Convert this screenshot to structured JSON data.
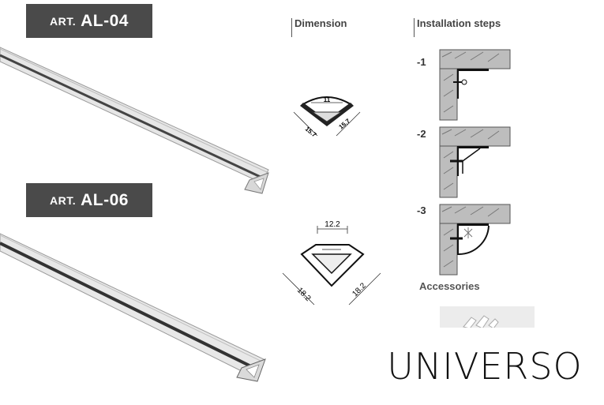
{
  "products": [
    {
      "prefix": "ART.",
      "code": "AL-04",
      "dims": {
        "top": "11",
        "left": "15.7",
        "right": "15.7"
      }
    },
    {
      "prefix": "ART.",
      "code": "AL-06",
      "dims": {
        "top": "12.2",
        "left": "18.2",
        "right": "18.2"
      }
    }
  ],
  "sections": {
    "dimension": "Dimension",
    "installation": "Installation steps",
    "accessories": "Accessories"
  },
  "steps": [
    "-1",
    "-2",
    "-3"
  ],
  "brand": "UNIVERSO",
  "colors": {
    "badge": "#4a4a4a",
    "wall": "#b9b9b9",
    "profile": "#111111"
  },
  "icons": [
    "aluminium-profile",
    "wall-corner",
    "screw",
    "end-cap"
  ]
}
